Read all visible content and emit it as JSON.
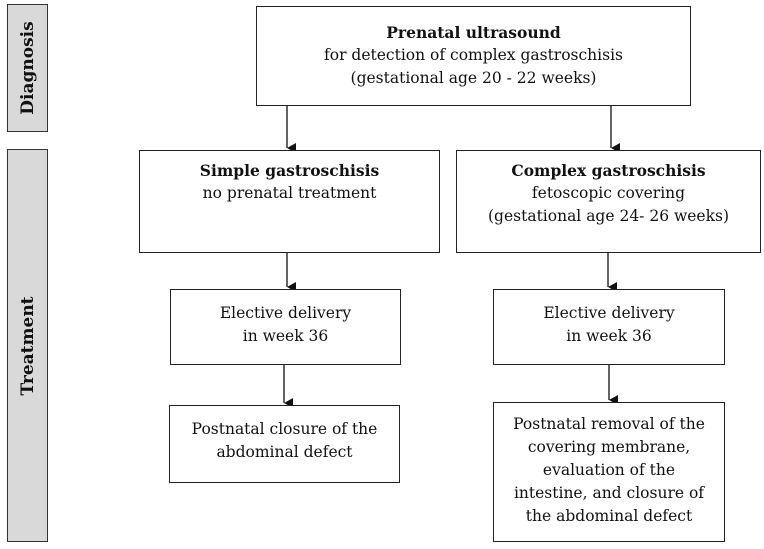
{
  "side_labels": {
    "diagnosis": "Diagnosis",
    "treatment": "Treatment"
  },
  "diagnosis_box": {
    "title": "Prenatal ultrasound",
    "line1": "for detection of complex gastroschisis",
    "line2": "(gestational age 20 - 22 weeks)"
  },
  "simple_branch": {
    "title": "Simple gastroschisis",
    "line1": "no prenatal treatment",
    "delivery_line1": "Elective delivery",
    "delivery_line2": "in week 36",
    "postnatal_line1": "Postnatal closure of the",
    "postnatal_line2": "abdominal defect"
  },
  "complex_branch": {
    "title": "Complex gastroschisis",
    "line1": "fetoscopic covering",
    "line2": "(gestational age 24- 26 weeks)",
    "delivery_line1": "Elective delivery",
    "delivery_line2": "in week 36",
    "postnatal_line1": "Postnatal removal of the",
    "postnatal_line2": "covering membrane,",
    "postnatal_line3": "evaluation of the",
    "postnatal_line4": "intestine, and closure of",
    "postnatal_line5": "the abdominal defect"
  }
}
